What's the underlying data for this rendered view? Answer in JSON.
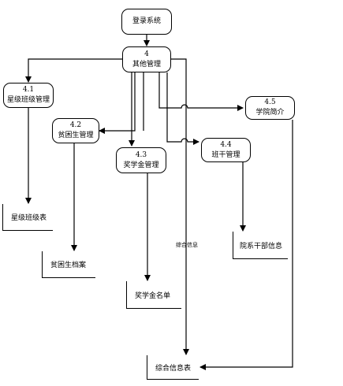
{
  "processes": {
    "login": {
      "number": "",
      "name": "登录系统"
    },
    "other": {
      "number": "4",
      "name": "其他管理"
    },
    "p41": {
      "number": "4.1",
      "name": "星级班级管理"
    },
    "p42": {
      "number": "4.2",
      "name": "贫困生管理"
    },
    "p43": {
      "number": "4.3",
      "name": "奖学金管理"
    },
    "p44": {
      "number": "4.4",
      "name": "班干管理"
    },
    "p45": {
      "number": "4.5",
      "name": "学院简介"
    }
  },
  "stores": {
    "star_class": "星级班级表",
    "poor_student": "贫困生档案",
    "scholarship": "奖学金名单",
    "cadre": "院系干部信息",
    "general": "综合信息表"
  },
  "flows": {
    "general_info": "综合信息"
  }
}
